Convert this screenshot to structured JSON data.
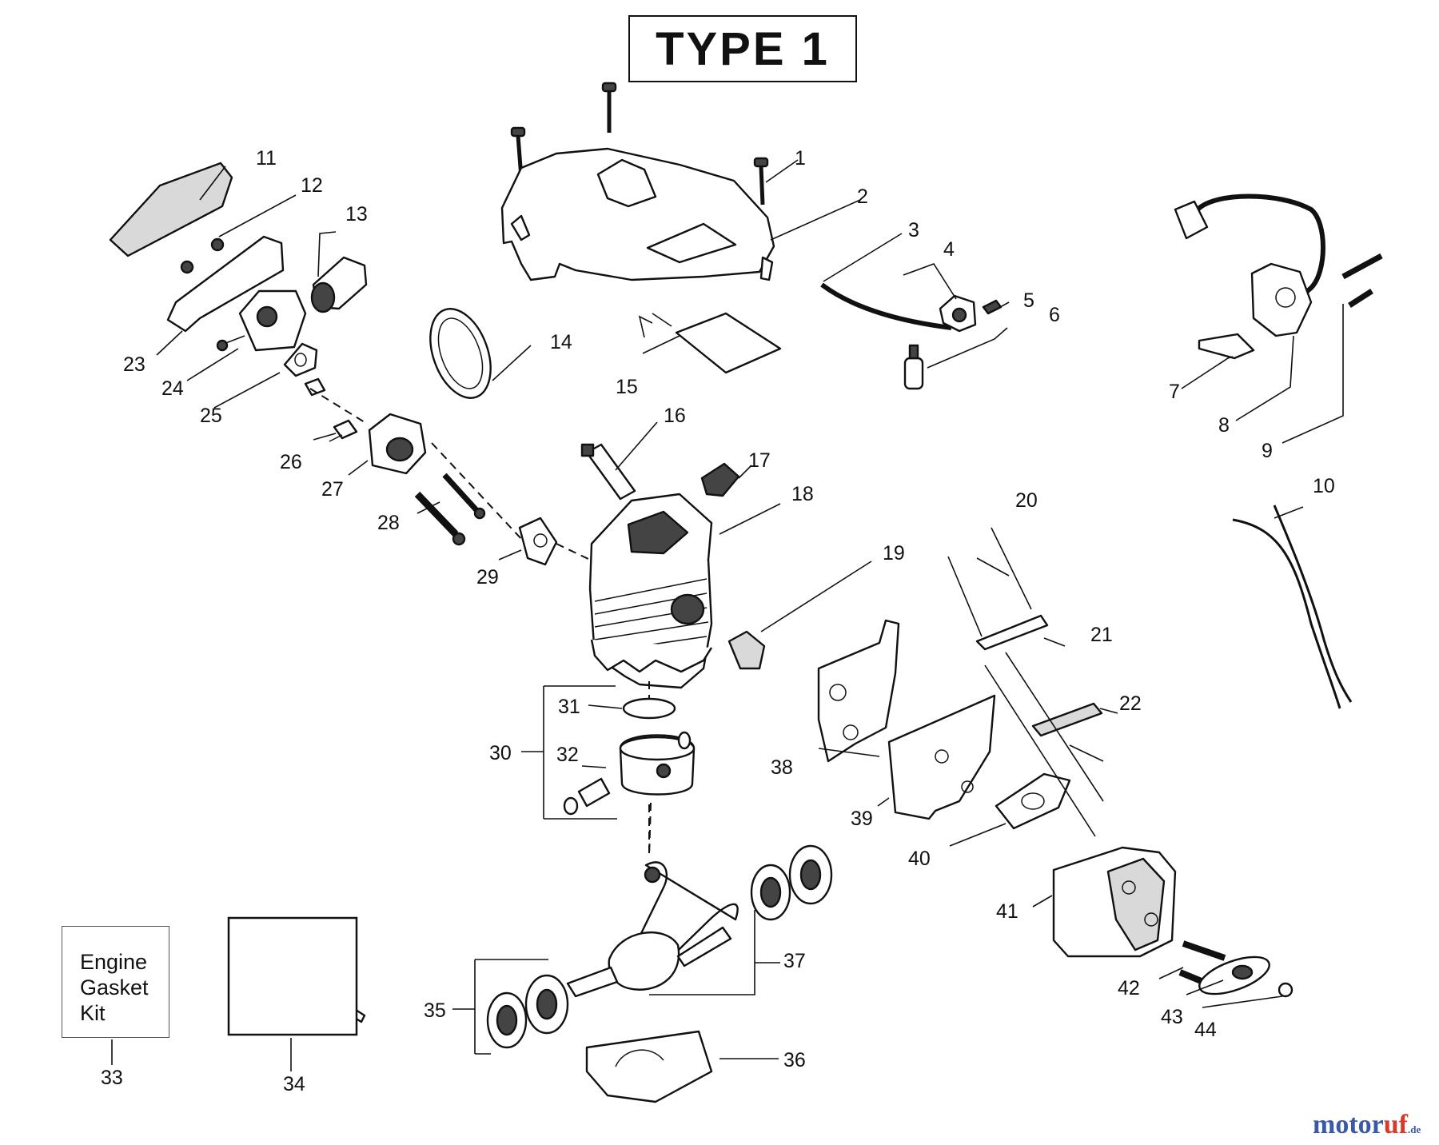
{
  "title": "TYPE 1",
  "kit_lines": [
    "Engine",
    "Gasket",
    "Kit"
  ],
  "watermark": {
    "part1": "motor",
    "part2": "uf",
    "part3": ".de"
  },
  "callouts": [
    "1",
    "2",
    "3",
    "4",
    "5",
    "6",
    "7",
    "8",
    "9",
    "10",
    "11",
    "12",
    "13",
    "14",
    "15",
    "16",
    "17",
    "18",
    "19",
    "20",
    "21",
    "22",
    "23",
    "24",
    "25",
    "26",
    "27",
    "28",
    "29",
    "30",
    "31",
    "32",
    "33",
    "34",
    "35",
    "36",
    "37",
    "38",
    "39",
    "40",
    "41",
    "42",
    "43",
    "44"
  ]
}
